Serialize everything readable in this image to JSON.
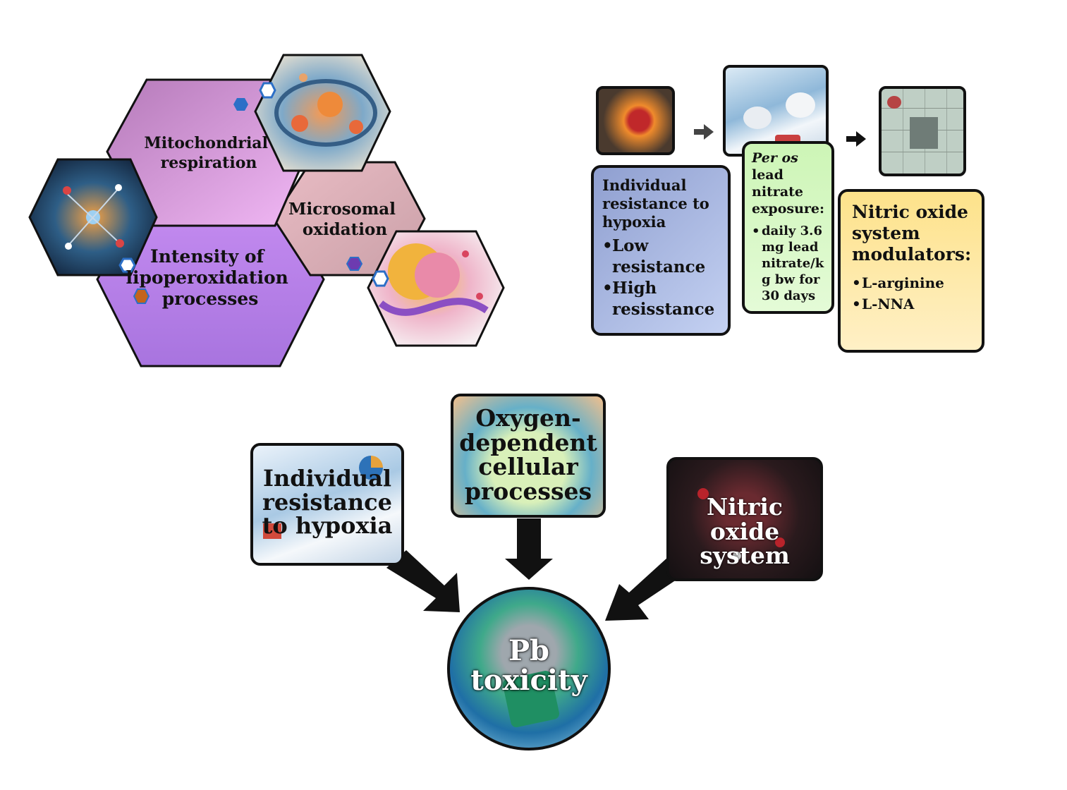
{
  "hexagons": {
    "mitochondrial": "Mitochondrial respiration",
    "microsomal": "Microsomal oxidation",
    "lipoperoxidation": "Intensity of lipoperoxidation processes"
  },
  "protocol": {
    "step1": {
      "title": "Individual resistance to hypoxia",
      "items": [
        "Low resistance",
        "High resisstance"
      ]
    },
    "step2": {
      "title_italic": "Per os",
      "title_rest": "lead nitrate exposure:",
      "items": [
        "daily 3.6 mg lead nitrate/kg bw for 30 days"
      ]
    },
    "step3": {
      "title": "Nitric oxide system modulators:",
      "items": [
        "L-arginine",
        "L-NNA"
      ]
    }
  },
  "factors": {
    "individual": "Individual resistance to hypoxia",
    "oxygen": "Oxygen-dependent cellular processes",
    "nitric": "Nitric oxide system",
    "center": "Pb toxicity"
  },
  "colors": {
    "hex_mito": "#c98fd3",
    "hex_micro": "#d8aeb8",
    "hex_lipo": "#b37ee8",
    "box_step1": "#a7b8e3",
    "box_step2": "#d6f9c4",
    "box_step3": "#fde79d",
    "box_oxygen": "#f2c18f",
    "box_nitric": "#1e1416"
  },
  "icons": [
    "arrow-right-icon",
    "hexagon-marker-icon"
  ]
}
